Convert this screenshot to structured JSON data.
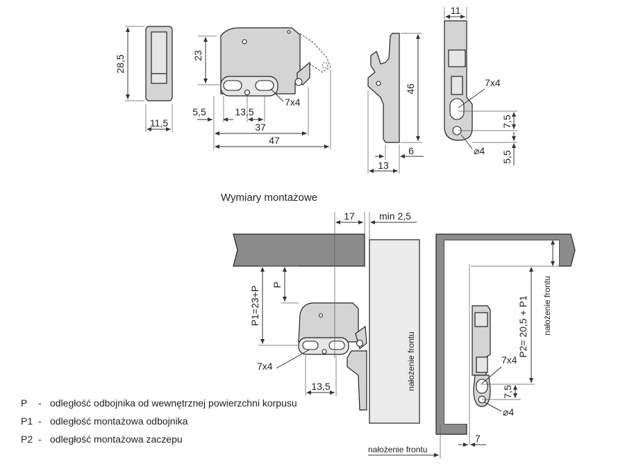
{
  "top_views": {
    "front": {
      "height": "28,5",
      "width": "11,5"
    },
    "side": {
      "height": "23",
      "offset": "5,5",
      "hole_spacing": "13,5",
      "hole_slot": "7x4",
      "length_37": "37",
      "length_47": "47"
    },
    "striker": {
      "height": "46",
      "width_13": "13",
      "width_6": "6"
    },
    "top": {
      "width": "11",
      "slot": "7x4",
      "spacing": "7,5",
      "diameter": "⌀4",
      "bottom": "5,5"
    }
  },
  "section_title": "Wymiary montażowe",
  "mounting": {
    "left": {
      "dim_17": "17",
      "min": "min 2,5",
      "p1_formula": "P1=23+P",
      "p": "P",
      "slot": "7x4",
      "spacing": "13,5",
      "overlay": "nałożenie frontu"
    },
    "right": {
      "p2_formula": "P2= 20,5 + P1",
      "overlay_vertical": "nałożenie frontu",
      "slot": "7x4",
      "spacing": "7,5",
      "diameter": "⌀4",
      "overlay_bottom": "nałożenie frontu",
      "dim_7": "7"
    }
  },
  "legend": [
    {
      "key": "P",
      "dash": "-",
      "text": "odległość odbojnika od wewnętrznej powierzchni korpusu"
    },
    {
      "key": "P1",
      "dash": "-",
      "text": "odległość montażowa odbojnika"
    },
    {
      "key": "P2",
      "dash": "-",
      "text": "odległość montażowa zaczepu"
    }
  ],
  "colors": {
    "part": "#d4d4d4",
    "board": "#8c8c8c",
    "line": "#333333"
  }
}
